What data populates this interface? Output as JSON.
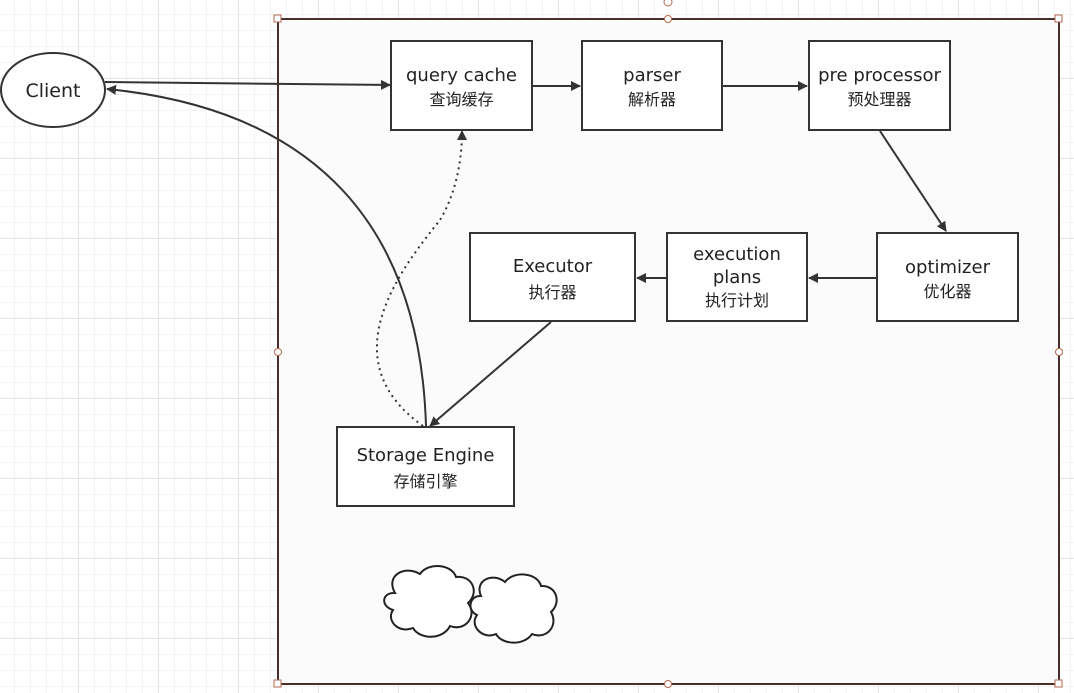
{
  "diagram": {
    "nodes": [
      {
        "id": "client",
        "label": "Client"
      },
      {
        "id": "query_cache",
        "label": "query cache",
        "sublabel": "查询缓存"
      },
      {
        "id": "parser",
        "label": "parser",
        "sublabel": "解析器"
      },
      {
        "id": "pre_processor",
        "label": "pre processor",
        "sublabel": "预处理器"
      },
      {
        "id": "optimizer",
        "label": "optimizer",
        "sublabel": "优化器"
      },
      {
        "id": "execution_plans",
        "label_line1": "execution",
        "label_line2": "plans",
        "sublabel": "执行计划"
      },
      {
        "id": "executor",
        "label": "Executor",
        "sublabel": "执行器"
      },
      {
        "id": "storage_engine",
        "label": "Storage Engine",
        "sublabel": "存储引擎"
      }
    ],
    "edges": [
      {
        "from": "client",
        "to": "query_cache",
        "style": "solid"
      },
      {
        "from": "query_cache",
        "to": "parser",
        "style": "solid"
      },
      {
        "from": "parser",
        "to": "pre_processor",
        "style": "solid"
      },
      {
        "from": "pre_processor",
        "to": "optimizer",
        "style": "solid"
      },
      {
        "from": "optimizer",
        "to": "execution_plans",
        "style": "solid"
      },
      {
        "from": "execution_plans",
        "to": "executor",
        "style": "solid"
      },
      {
        "from": "executor",
        "to": "storage_engine",
        "style": "solid"
      },
      {
        "from": "storage_engine",
        "to": "query_cache",
        "style": "dotted"
      },
      {
        "from": "storage_engine",
        "to": "client",
        "style": "solid"
      }
    ],
    "colors": {
      "stroke": "#333333",
      "frame": "#4a2d2d",
      "handle": "#b06a50",
      "text": "#222222"
    }
  }
}
